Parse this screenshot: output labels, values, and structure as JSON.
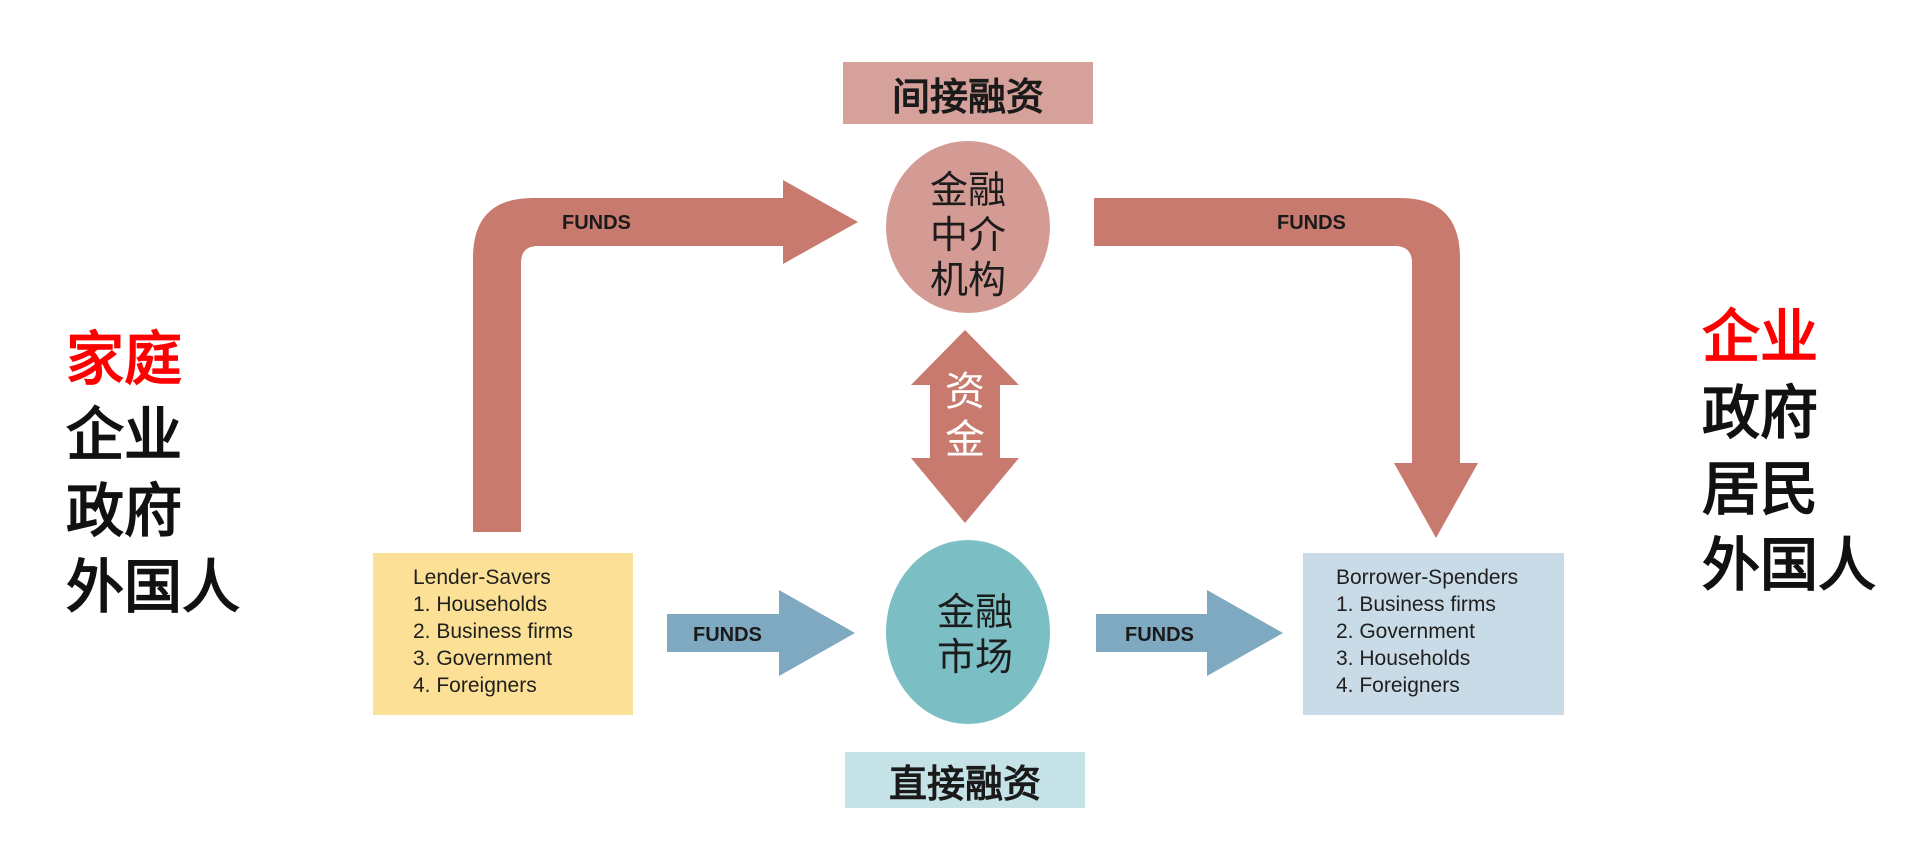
{
  "colors": {
    "funds_arrow": "#c97a6f",
    "intermediary": "#d49b94",
    "indirect_label_bg": "#d6a19a",
    "market": "#7bbfc5",
    "direct_label_bg": "#c5e3e6",
    "market_arrow": "#7fa9c0",
    "lender_box": "#fbe095",
    "borrower_box": "#c8dbe6",
    "highlight_red": "#ff0000"
  },
  "left_list": [
    {
      "text": "家庭",
      "color": "#ff0000"
    },
    {
      "text": "企业",
      "color": "#111111"
    },
    {
      "text": "政府",
      "color": "#111111"
    },
    {
      "text": "外国人",
      "color": "#111111"
    }
  ],
  "right_list": [
    {
      "text": "企业",
      "color": "#ff0000"
    },
    {
      "text": "政府",
      "color": "#111111"
    },
    {
      "text": "居民",
      "color": "#111111"
    },
    {
      "text": "外国人",
      "color": "#111111"
    }
  ],
  "indirect_label": "间接融资",
  "direct_label": "直接融资",
  "intermediary_lines": [
    "金融",
    "中介",
    "机构"
  ],
  "market_lines": [
    "金融",
    "市场"
  ],
  "funds_vertical_lines": [
    "资",
    "金"
  ],
  "funds_label": "FUNDS",
  "lender": {
    "title": "Lender-Savers",
    "items": [
      "1. Households",
      "2. Business firms",
      "3. Government",
      "4. Foreigners"
    ]
  },
  "borrower": {
    "title": "Borrower-Spenders",
    "items": [
      "1. Business firms",
      "2. Government",
      "3. Households",
      "4. Foreigners"
    ]
  }
}
